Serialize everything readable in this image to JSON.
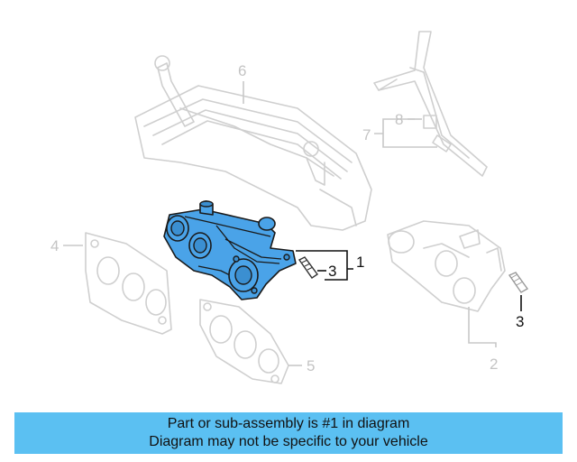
{
  "callouts": {
    "c1": "1",
    "c2": "2",
    "c3a": "3",
    "c3b": "3",
    "c4": "4",
    "c5": "5",
    "c6": "6",
    "c7": "7",
    "c8": "8"
  },
  "banner": {
    "line1": "Part or sub-assembly is #1 in diagram",
    "line2": "Diagram may not be specific to your vehicle"
  },
  "colors": {
    "highlight": "#4aa3e8",
    "banner_bg": "#5bc0f2",
    "ghost": "#cfcfcf"
  }
}
